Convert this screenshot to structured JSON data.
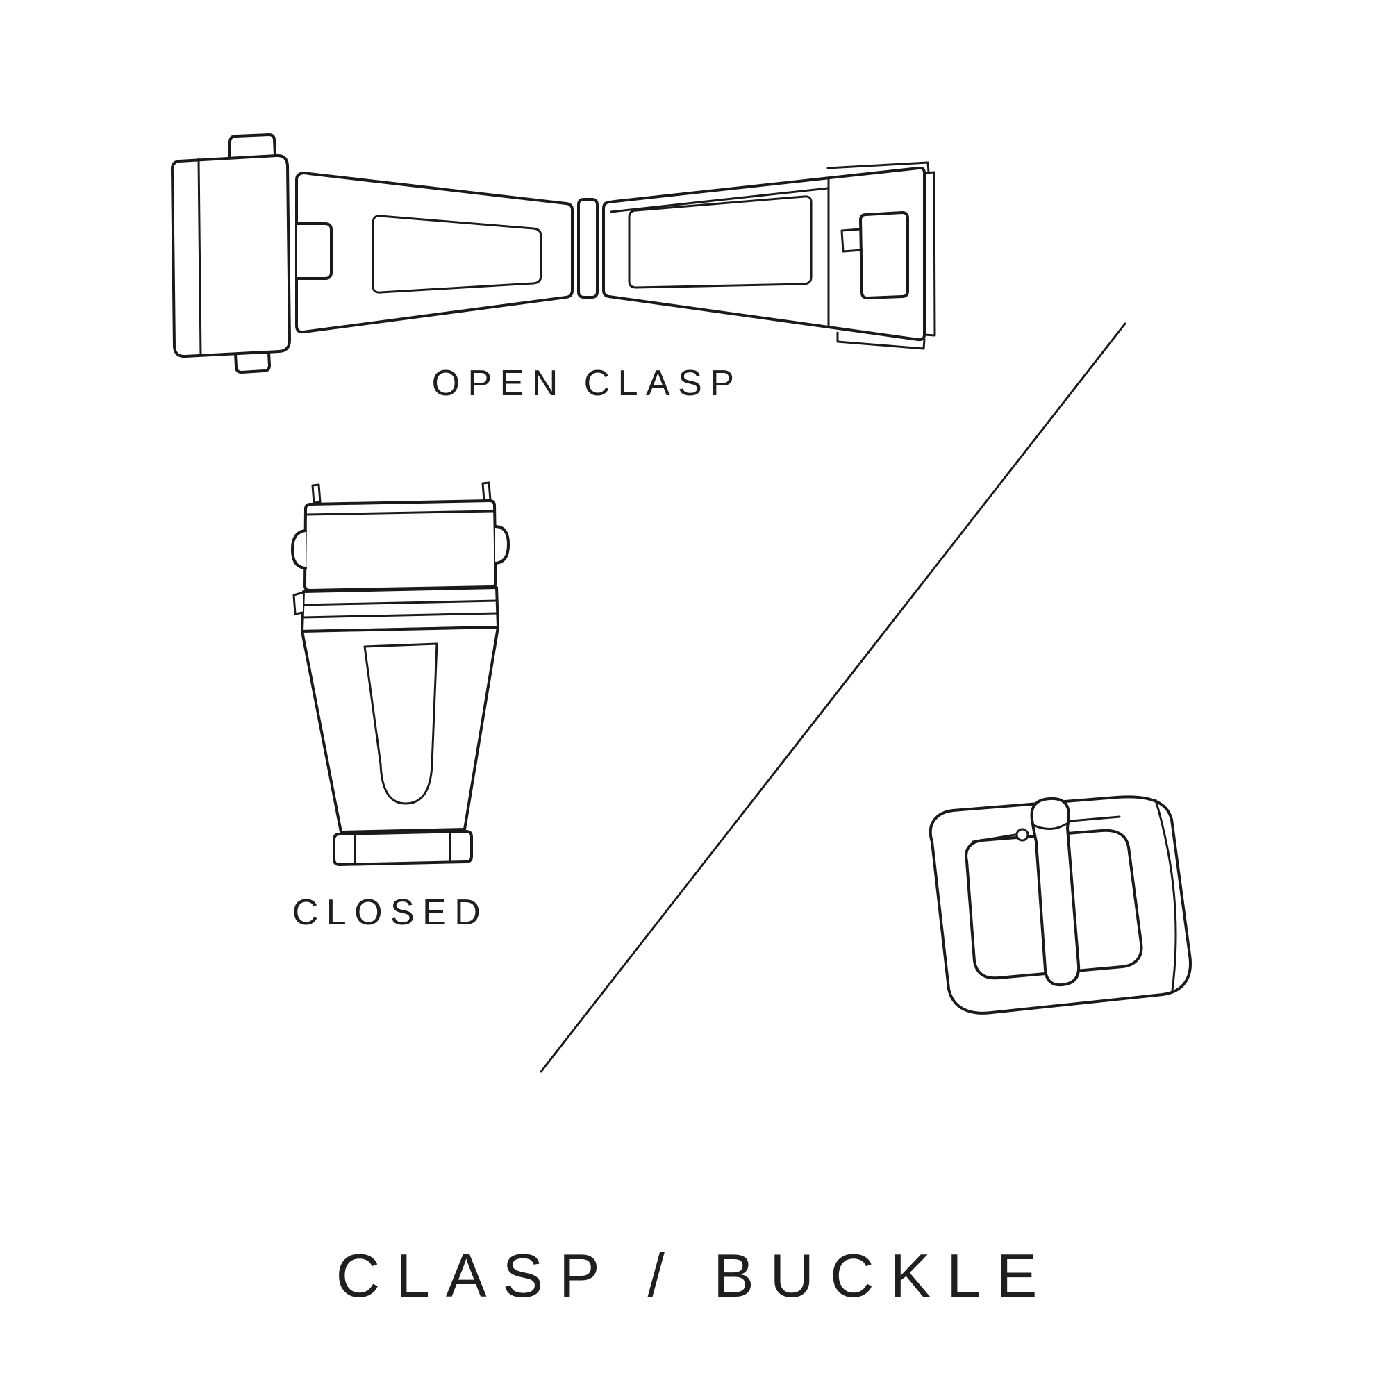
{
  "page": {
    "background_color": "#ffffff",
    "ink_color": "#1a1a1a",
    "title": "CLASP / BUCKLE"
  },
  "labels": {
    "open_clasp": "OPEN CLASP",
    "closed": "CLOSED"
  },
  "illustrations": {
    "open_clasp": "open-clasp-top-view-drawing",
    "closed_clasp": "closed-clasp-front-view-drawing",
    "buckle": "tang-buckle-perspective-drawing",
    "divider": "diagonal-divider-line"
  }
}
